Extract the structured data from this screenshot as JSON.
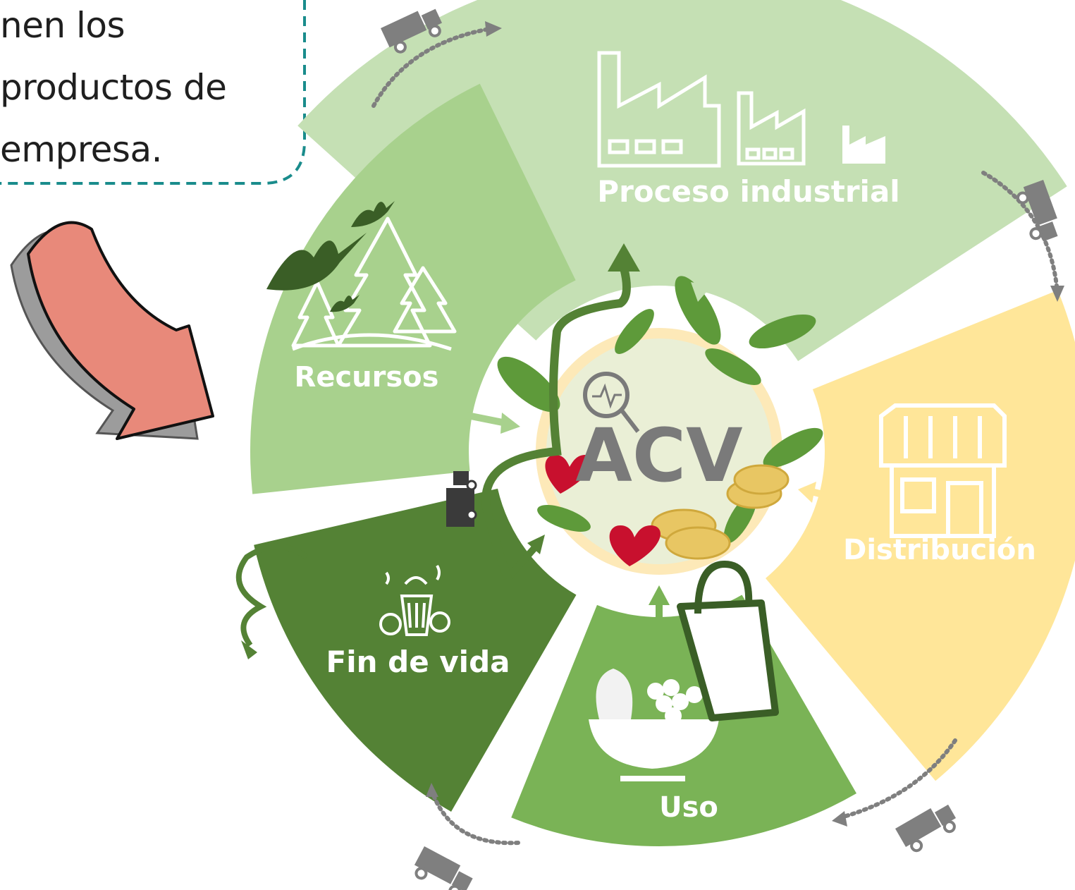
{
  "callout": {
    "lines": [
      "nen los",
      "productos de",
      "empresa."
    ]
  },
  "stages": {
    "resources": "Recursos",
    "industrial": "Proceso industrial",
    "distribution": "Distribución",
    "use": "Uso",
    "end_of_life": "Fin de vida"
  },
  "center": {
    "label": "ACV"
  },
  "colors": {
    "resources": "#a8d18d",
    "industrial": "#c5e0b4",
    "distribution": "#ffe699",
    "use": "#7ab356",
    "end_of_life": "#548235",
    "arrow": "#e8897a",
    "callout_border": "#1a8c8c",
    "truck": "#7f7f7f"
  },
  "icons": [
    "factory-icon",
    "trees-birds-icon",
    "store-icon",
    "fruit-bowl-icon",
    "shopping-bag-icon",
    "trash-icon",
    "truck-icon",
    "magnifier-icon",
    "heart-icon",
    "coins-icon",
    "leaf-icon"
  ]
}
